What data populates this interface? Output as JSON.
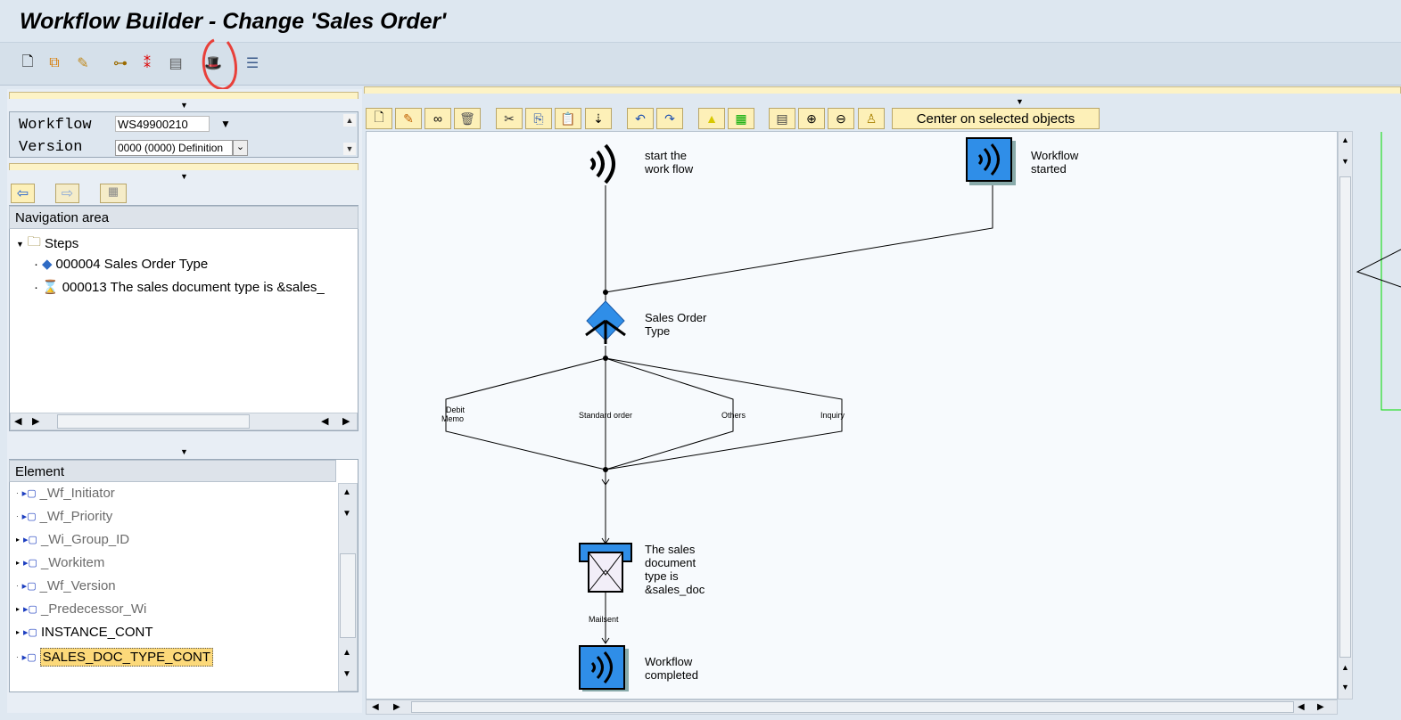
{
  "window": {
    "title": "Workflow Builder - Change 'Sales Order'"
  },
  "toolbar": {
    "icons": [
      "new-icon",
      "copy-icon",
      "edit-icon",
      "hierarchy-icon",
      "magic-wand-icon",
      "film-icon",
      "hat-icon",
      "list-icon"
    ]
  },
  "definition": {
    "workflow_label": "Workflow",
    "workflow_value": "WS49900210",
    "version_label": "Version",
    "version_value": "0000 (0000) Definition"
  },
  "navigation": {
    "header": "Navigation area",
    "root": "Steps",
    "items": [
      "000004 Sales Order Type",
      "000013 The sales document type is &sales_"
    ]
  },
  "elements": {
    "header": "Element",
    "items": [
      {
        "label": "_Wf_Initiator",
        "grey": true
      },
      {
        "label": "_Wf_Priority",
        "grey": true
      },
      {
        "label": "_Wi_Group_ID",
        "grey": true
      },
      {
        "label": "_Workitem",
        "grey": true
      },
      {
        "label": "_Wf_Version",
        "grey": true
      },
      {
        "label": "_Predecessor_Wi",
        "grey": true
      },
      {
        "label": "INSTANCE_CONT",
        "grey": false
      },
      {
        "label": "SALES_DOC_TYPE_CONT",
        "grey": false,
        "selected": true
      }
    ]
  },
  "canvas_toolbar": {
    "center_button": "Center on selected objects"
  },
  "diagram": {
    "start": "start the\nwork flow",
    "wf_started": "Workflow\nstarted",
    "sales_order_type": "Sales Order\nType",
    "branches": [
      "Debit\nMemo",
      "Standard order",
      "Others",
      "Inquiry"
    ],
    "mail": "The sales\ndocument\ntype is\n&sales_doc",
    "mail_outcome": "Mailsent",
    "completed": "Workflow\ncompleted"
  },
  "colors": {
    "event_blue": "#2f8ee8",
    "annotation_red": "#e8403a",
    "selected_yellow": "#fcd97a"
  }
}
